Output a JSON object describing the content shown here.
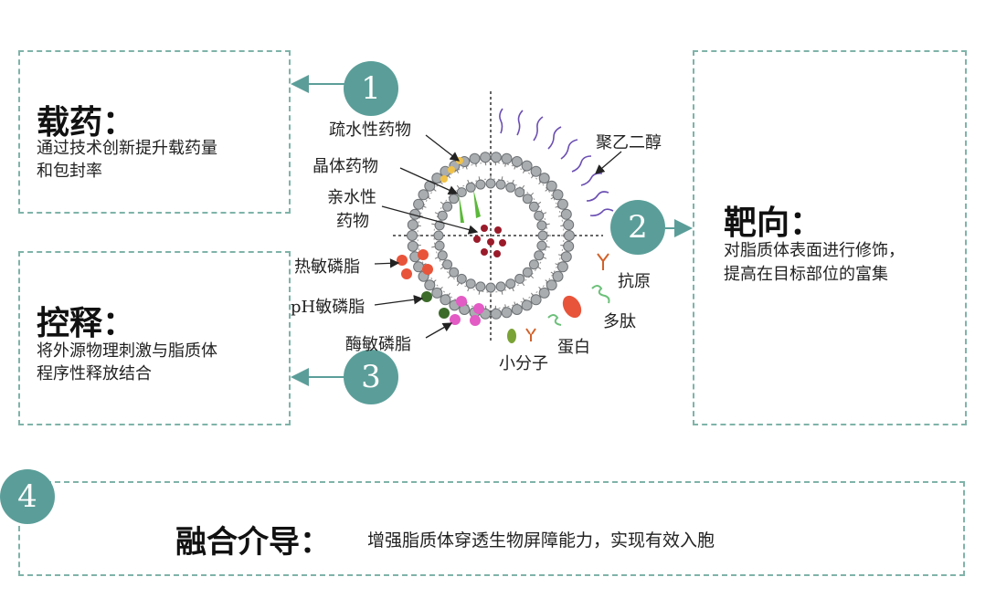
{
  "colors": {
    "accent": "#5b9e99",
    "border": "#7fb3a9"
  },
  "boxes": {
    "loading": {
      "number": "1",
      "title": "载药：",
      "desc_line1": "通过技术创新提升载药量",
      "desc_line2": "和包封率"
    },
    "release": {
      "number": "3",
      "title": "控释：",
      "desc_line1": "将外源物理刺激与脂质体",
      "desc_line2": "程序性释放结合"
    },
    "targeting": {
      "number": "2",
      "title": "靶向：",
      "desc_line1": "对脂质体表面进行修饰，",
      "desc_line2": "提高在目标部位的富集"
    },
    "fusion": {
      "number": "4",
      "title": "融合介导：",
      "desc": "增强脂质体穿透生物屏障能力，实现有效入胞"
    }
  },
  "diagram_labels": {
    "hydrophobic_drug": "疏水性药物",
    "crystal_drug": "晶体药物",
    "hydrophilic_drug_line1": "亲水性",
    "hydrophilic_drug_line2": "药物",
    "thermo_lipid": "热敏磷脂",
    "ph_lipid": "pH敏磷脂",
    "enzyme_lipid": "酶敏磷脂",
    "peg": "聚乙二醇",
    "antigen": "抗原",
    "peptide": "多肽",
    "protein": "蛋白",
    "small_molecule": "小分子"
  }
}
